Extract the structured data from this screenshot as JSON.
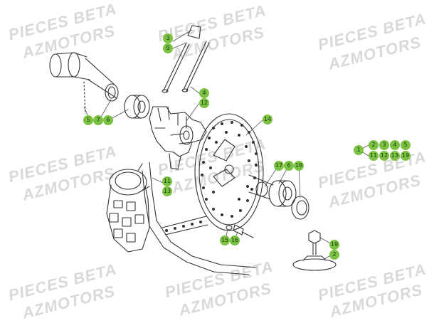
{
  "watermarks": [
    {
      "text": "PIECES BETA"
    },
    {
      "text": "AZMOTORS"
    },
    {
      "text": "PIECES BETA"
    },
    {
      "text": "AZMOTORS"
    },
    {
      "text": "PIECES BETA"
    },
    {
      "text": "AZMOTORS"
    },
    {
      "text": "PIECES BETA"
    },
    {
      "text": "AZMOTORS"
    },
    {
      "text": "PIECES BETA"
    },
    {
      "text": "AZMOTORS"
    },
    {
      "text": "PIECES BETA"
    },
    {
      "text": "AZMOTORS"
    },
    {
      "text": "PIECES BETA"
    },
    {
      "text": "AZMOTORS"
    },
    {
      "text": "PIECES BETA"
    },
    {
      "text": "AZMOTORS"
    },
    {
      "text": "PIECES BETA"
    },
    {
      "text": "AZMOTORS"
    }
  ],
  "callouts": [
    {
      "label": "3"
    },
    {
      "label": "9"
    },
    {
      "label": "4"
    },
    {
      "label": "12"
    },
    {
      "label": "5"
    },
    {
      "label": "7"
    },
    {
      "label": "6"
    },
    {
      "label": "14"
    },
    {
      "label": "2"
    },
    {
      "label": "3"
    },
    {
      "label": "4"
    },
    {
      "label": "5"
    },
    {
      "label": "1"
    },
    {
      "label": "11"
    },
    {
      "label": "12"
    },
    {
      "label": "13"
    },
    {
      "label": "19"
    },
    {
      "label": "17"
    },
    {
      "label": "6"
    },
    {
      "label": "18"
    },
    {
      "label": "11"
    },
    {
      "label": "13"
    },
    {
      "label": "15"
    },
    {
      "label": "16"
    },
    {
      "label": "19"
    },
    {
      "label": "2"
    }
  ],
  "colors": {
    "badge": "#7cc242",
    "line": "#333333",
    "watermark": "#d0d0d0"
  }
}
